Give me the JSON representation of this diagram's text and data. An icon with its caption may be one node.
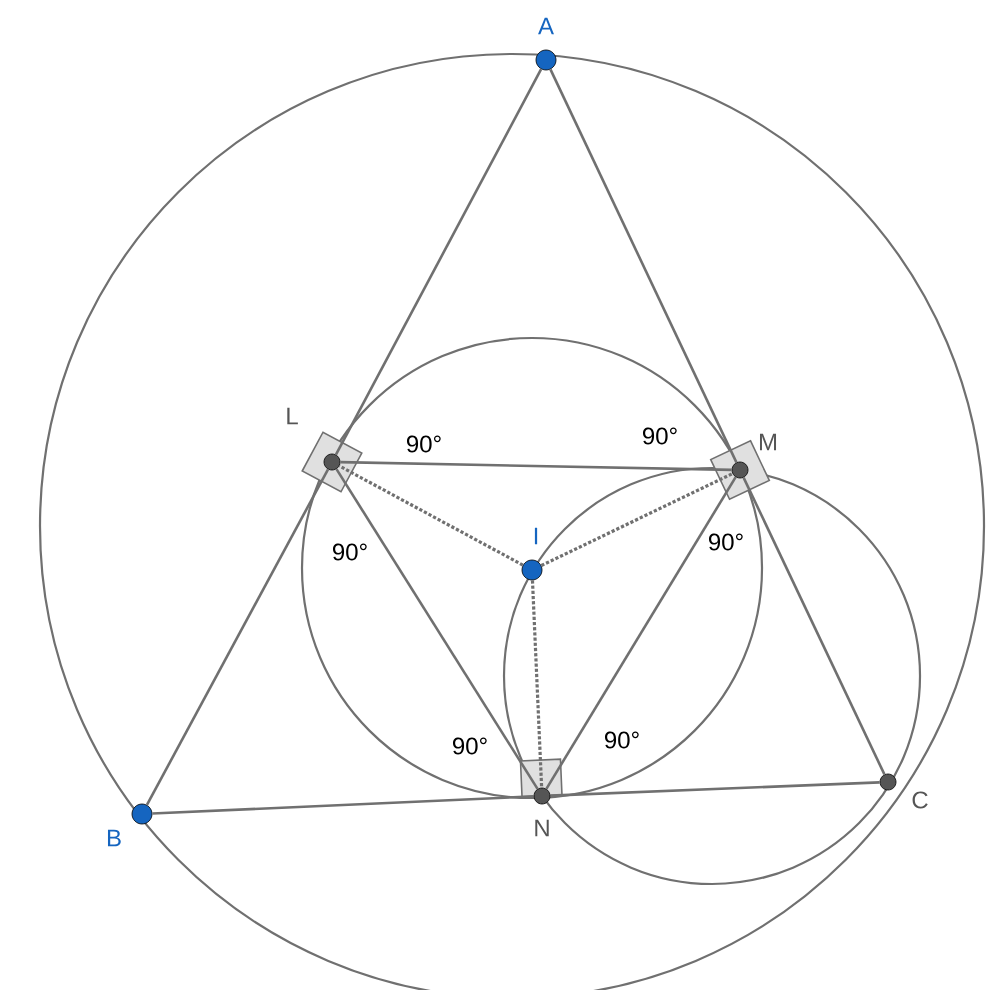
{
  "diagram": {
    "nodes": [
      {
        "text": [],
        "shape": "circle",
        "beside": [
          "A"
        ]
      },
      {
        "text": [],
        "shape": "circle",
        "beside": [
          "L"
        ]
      },
      {
        "text": [],
        "shape": "circle",
        "beside": [
          "M"
        ]
      },
      {
        "text": [],
        "shape": "circle",
        "beside": [
          "I"
        ]
      },
      {
        "text": [],
        "shape": "circle",
        "beside": [
          "B"
        ]
      },
      {
        "text": [],
        "shape": "circle",
        "beside": [
          "N"
        ]
      },
      {
        "text": [],
        "shape": "circle",
        "beside": [
          "C"
        ]
      }
    ],
    "edges": [
      {
        "from": 0,
        "to": 1,
        "arrow": "none"
      },
      {
        "from": 1,
        "to": 4,
        "arrow": "none"
      },
      {
        "from": 0,
        "to": 2,
        "arrow": "none"
      },
      {
        "from": 2,
        "to": 6,
        "arrow": "none"
      },
      {
        "from": 4,
        "to": 5,
        "arrow": "none"
      },
      {
        "from": 5,
        "to": 6,
        "arrow": "none"
      },
      {
        "from": 1,
        "to": 2,
        "arrow": "none"
      },
      {
        "from": 1,
        "to": 5,
        "arrow": "none"
      },
      {
        "from": 2,
        "to": 5,
        "arrow": "none"
      },
      {
        "from": 3,
        "to": 1,
        "arrow": "none",
        "style": "dashed"
      },
      {
        "from": 3,
        "to": 2,
        "arrow": "none",
        "style": "dashed"
      },
      {
        "from": 3,
        "to": 5,
        "arrow": "none",
        "style": "dashed"
      }
    ],
    "labels": [
      "90°",
      "90°",
      "90°",
      "90°",
      "90°",
      "90°"
    ]
  }
}
